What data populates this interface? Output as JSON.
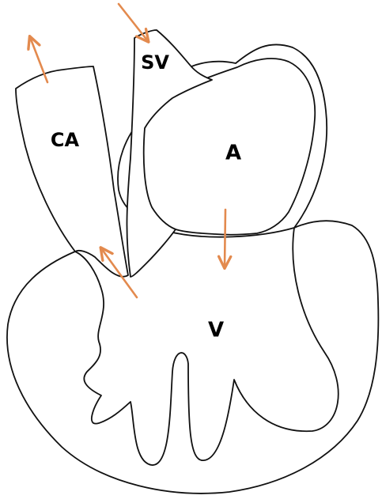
{
  "diagram": {
    "labels": {
      "ca": "CA",
      "sv": "SV",
      "a": "A",
      "v": "V"
    },
    "colors": {
      "arrow": "#E38A4E",
      "outline": "#111111",
      "background": "#FFFFFF"
    }
  }
}
